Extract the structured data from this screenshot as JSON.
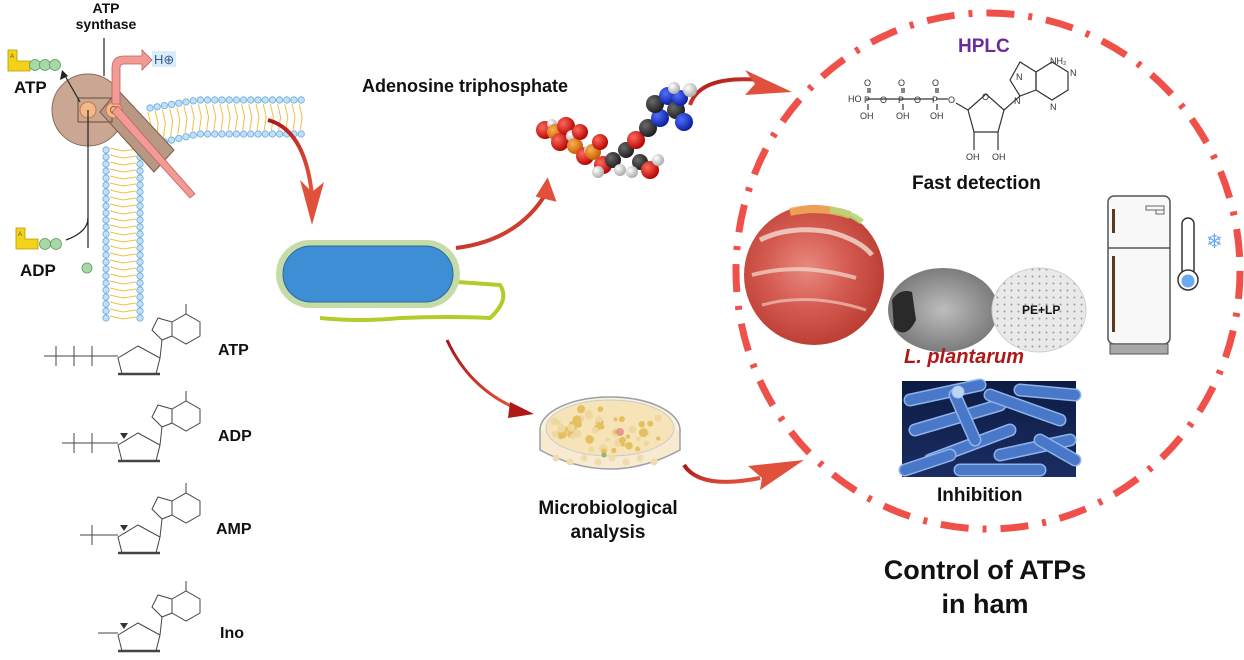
{
  "figure": {
    "membrane_panel": {
      "enzyme_label_line1": "ATP",
      "enzyme_label_line2": "synthase",
      "atp_label": "ATP",
      "adp_label": "ADP",
      "proton_label": "H⊕",
      "adenine_glyph": "A",
      "phosphate_glyph": "P"
    },
    "degradation_pathway": {
      "steps": [
        {
          "label": "ATP",
          "phosphates": 3
        },
        {
          "label": "ADP",
          "phosphates": 2
        },
        {
          "label": "AMP",
          "phosphates": 1
        },
        {
          "label": "Ino",
          "phosphates": 0
        }
      ]
    },
    "center": {
      "molecule_title": "Adenosine triphosphate",
      "micro_line1": "Microbiological",
      "micro_line2": "analysis"
    },
    "control_circle": {
      "hplc_label": "HPLC",
      "nh2_label": "NH₂",
      "fast_detection": "Fast detection",
      "film_label": "PE+LP",
      "species_label": "L. plantarum",
      "inhibition_label": "Inhibition",
      "dash_color": "#f0504a"
    },
    "conclusion_line1": "Control of ATPs",
    "conclusion_line2": "in ham"
  },
  "colors": {
    "arrow_red": "#c0281e",
    "hplc_purple": "#6a2a9c",
    "species_red": "#b01818",
    "bacterium_blue": "#3d8ed4",
    "bacterium_wall": "#c6dca8",
    "flagellum": "#b4cc2a"
  }
}
